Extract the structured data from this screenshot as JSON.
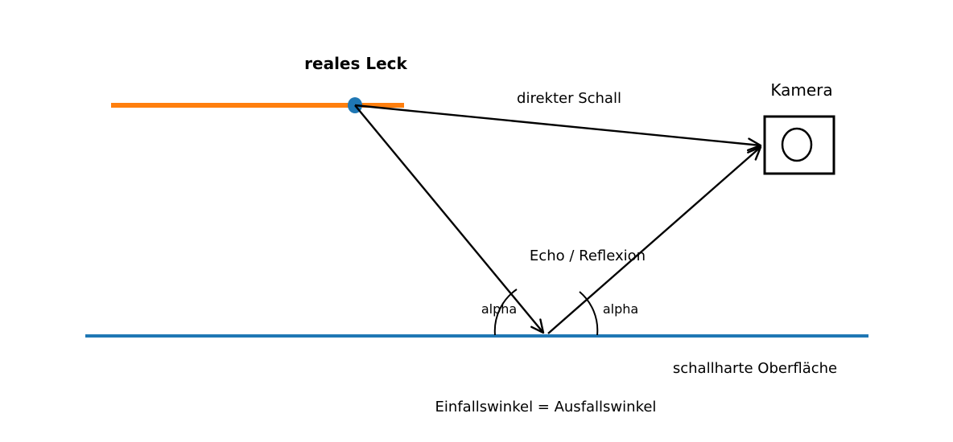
{
  "labels": {
    "leak": "reales Leck",
    "direct_sound": "direkter Schall",
    "camera": "Kamera",
    "echo": "Echo / Reflexion",
    "alpha_left": "alpha",
    "alpha_right": "alpha",
    "surface": "schallharte Oberfläche",
    "law": "Einfallswinkel = Ausfallswinkel"
  },
  "colors": {
    "pipe": "#ff7f0e",
    "leak_point": "#1f77b4",
    "surface": "#1f77b4",
    "rays": "#000000"
  }
}
